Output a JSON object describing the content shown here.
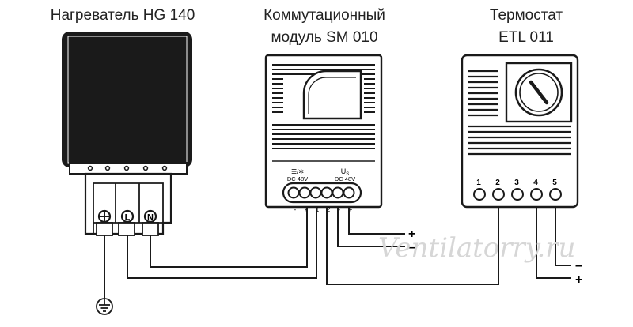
{
  "titles": {
    "heater": "Нагреватель HG 140",
    "module_line1": "Коммутационный",
    "module_line2": "модуль SM 010",
    "thermostat_line1": "Термостат",
    "thermostat_line2": "ETL 011"
  },
  "module": {
    "label_left_symbol": "☰/✲",
    "label_left_dc": "DC 48V",
    "label_right_symbol": "U",
    "label_right_sub": "S",
    "label_right_dc": "DC 48V",
    "terminals": [
      "-",
      "+",
      "1",
      "2",
      "-",
      "+"
    ]
  },
  "thermostat": {
    "terminals": [
      "1",
      "2",
      "3",
      "4",
      "5"
    ]
  },
  "heater": {
    "terminal_marks": [
      "⊕",
      "Ⓛ",
      "Ⓝ"
    ]
  },
  "supply_labels": {
    "module_plus": "+",
    "module_minus": "–",
    "thermo_minus": "–",
    "thermo_plus": "+"
  },
  "ground_symbol": "⏚",
  "watermark": "Ventilatorry.ru"
}
